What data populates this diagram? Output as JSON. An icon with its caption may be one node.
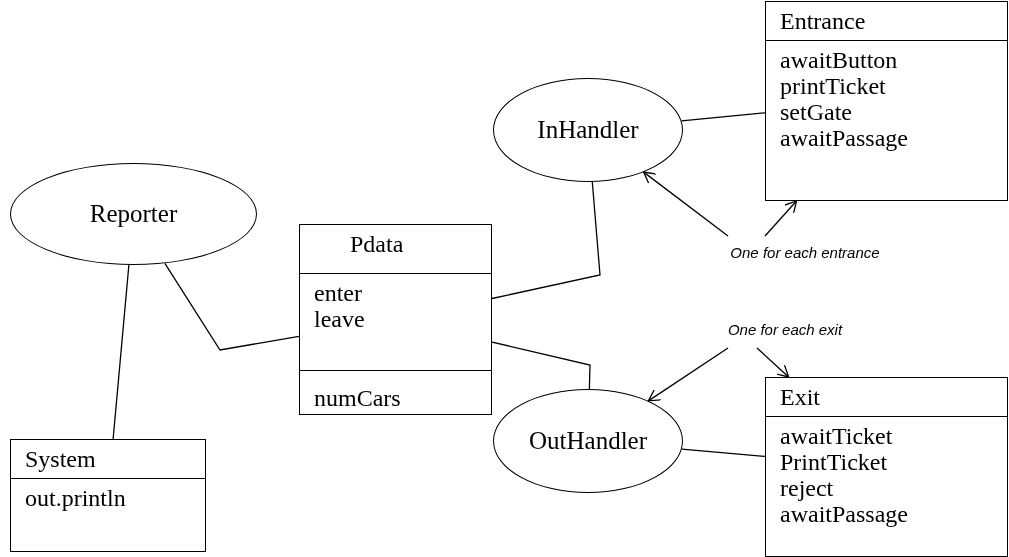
{
  "diagram": {
    "nodes": [
      {
        "text": [
          "InHandler"
        ]
      },
      {
        "text": [
          "Entrance",
          "awaitButton",
          "printTicket",
          "setGate",
          "awaitPassage"
        ]
      },
      {
        "text": [
          "Reporter"
        ]
      },
      {
        "text": [
          "Pdata",
          "enter",
          "leave",
          "numCars"
        ]
      },
      {
        "text": [
          "One for each entrance"
        ]
      },
      {
        "text": [
          "One for each exit"
        ]
      },
      {
        "text": [
          "OutHandler"
        ]
      },
      {
        "text": [
          "Exit",
          "awaitTicket",
          "PrintTicket",
          "reject",
          "awaitPassage"
        ]
      },
      {
        "text": [
          "System",
          "out.println"
        ]
      }
    ],
    "edges": [
      {
        "from": 2,
        "to": 3,
        "arrow": "none"
      },
      {
        "from": 2,
        "to": 8,
        "arrow": "none"
      },
      {
        "from": 3,
        "to": 0,
        "arrow": "none"
      },
      {
        "from": 3,
        "to": 6,
        "arrow": "none"
      },
      {
        "from": 0,
        "to": 1,
        "arrow": "none"
      },
      {
        "from": 6,
        "to": 7,
        "arrow": "none"
      },
      {
        "from": 4,
        "to": 0,
        "arrow": "to"
      },
      {
        "from": 4,
        "to": 1,
        "arrow": "to"
      },
      {
        "from": 5,
        "to": 6,
        "arrow": "to"
      },
      {
        "from": 5,
        "to": 7,
        "arrow": "to"
      }
    ]
  }
}
